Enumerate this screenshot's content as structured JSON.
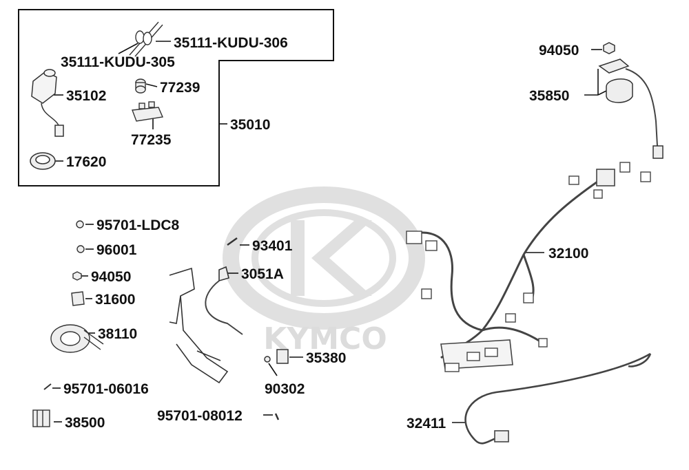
{
  "watermark": {
    "brand": "KYMCO",
    "color": "#dcdcdc"
  },
  "colors": {
    "ink": "#111111",
    "part": "#333333",
    "wire": "#444444"
  },
  "callouts": [
    {
      "id": "35111-kudu-306",
      "text": "35111-KUDU-306"
    },
    {
      "id": "35111-kudu-305",
      "text": "35111-KUDU-305"
    },
    {
      "id": "35102",
      "text": "35102"
    },
    {
      "id": "77239",
      "text": "77239"
    },
    {
      "id": "35010",
      "text": "35010"
    },
    {
      "id": "77235",
      "text": "77235"
    },
    {
      "id": "17620",
      "text": "17620"
    },
    {
      "id": "94050-top",
      "text": "94050"
    },
    {
      "id": "35850",
      "text": "35850"
    },
    {
      "id": "95701-ldc8",
      "text": "95701-LDC8"
    },
    {
      "id": "96001",
      "text": "96001"
    },
    {
      "id": "94050",
      "text": "94050"
    },
    {
      "id": "31600",
      "text": "31600"
    },
    {
      "id": "38110",
      "text": "38110"
    },
    {
      "id": "95701-06016",
      "text": "95701-06016"
    },
    {
      "id": "38500",
      "text": "38500"
    },
    {
      "id": "93401",
      "text": "93401"
    },
    {
      "id": "3051a",
      "text": "3051A"
    },
    {
      "id": "35380",
      "text": "35380"
    },
    {
      "id": "90302",
      "text": "90302"
    },
    {
      "id": "95701-08012",
      "text": "95701-08012"
    },
    {
      "id": "32100",
      "text": "32100"
    },
    {
      "id": "32411",
      "text": "32411"
    }
  ]
}
